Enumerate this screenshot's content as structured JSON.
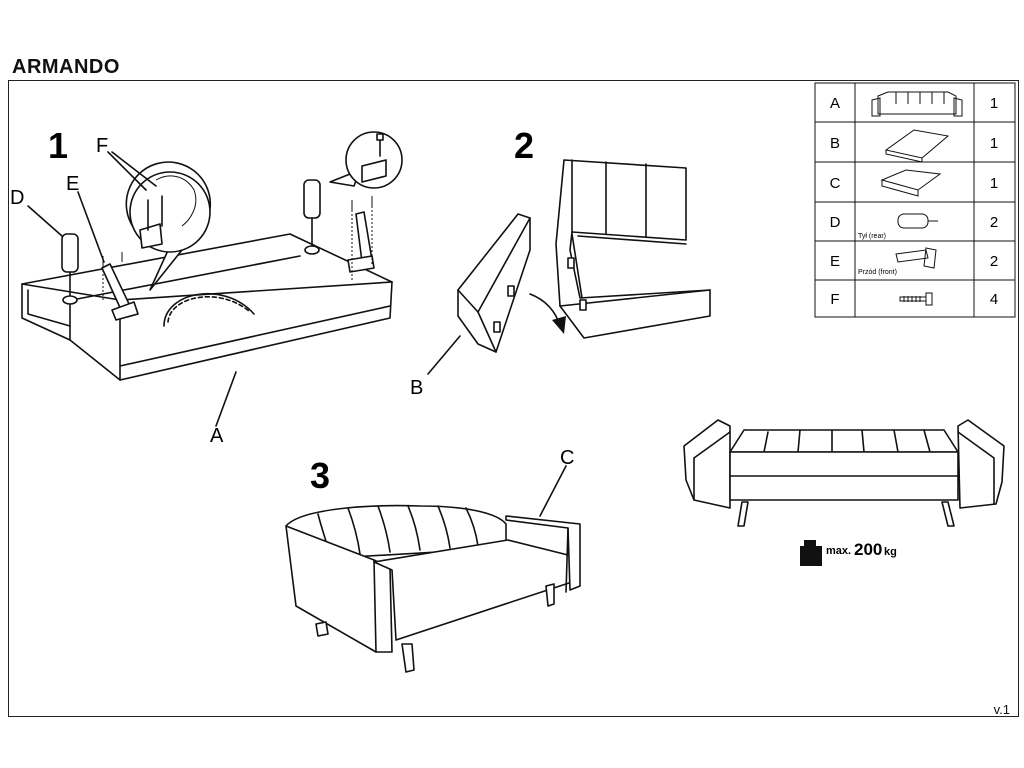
{
  "title": "ARMANDO",
  "version": "v.1",
  "steps": [
    "1",
    "2",
    "3"
  ],
  "callouts": {
    "a": "A",
    "b": "B",
    "c": "C",
    "d": "D",
    "e": "E",
    "f": "F"
  },
  "parts": [
    {
      "letter": "A",
      "qty": "1",
      "icon": "sofa-icon",
      "note": ""
    },
    {
      "letter": "B",
      "qty": "1",
      "icon": "backrest-icon",
      "note": ""
    },
    {
      "letter": "C",
      "qty": "1",
      "icon": "armrest-icon",
      "note": ""
    },
    {
      "letter": "D",
      "qty": "2",
      "icon": "rear-leg-icon",
      "note": "Tył (rear)"
    },
    {
      "letter": "E",
      "qty": "2",
      "icon": "front-leg-icon",
      "note": "Przód (front)"
    },
    {
      "letter": "F",
      "qty": "4",
      "icon": "screw-icon",
      "note": ""
    }
  ],
  "load": {
    "prefix": "max.",
    "value": "200",
    "unit": "kg"
  }
}
